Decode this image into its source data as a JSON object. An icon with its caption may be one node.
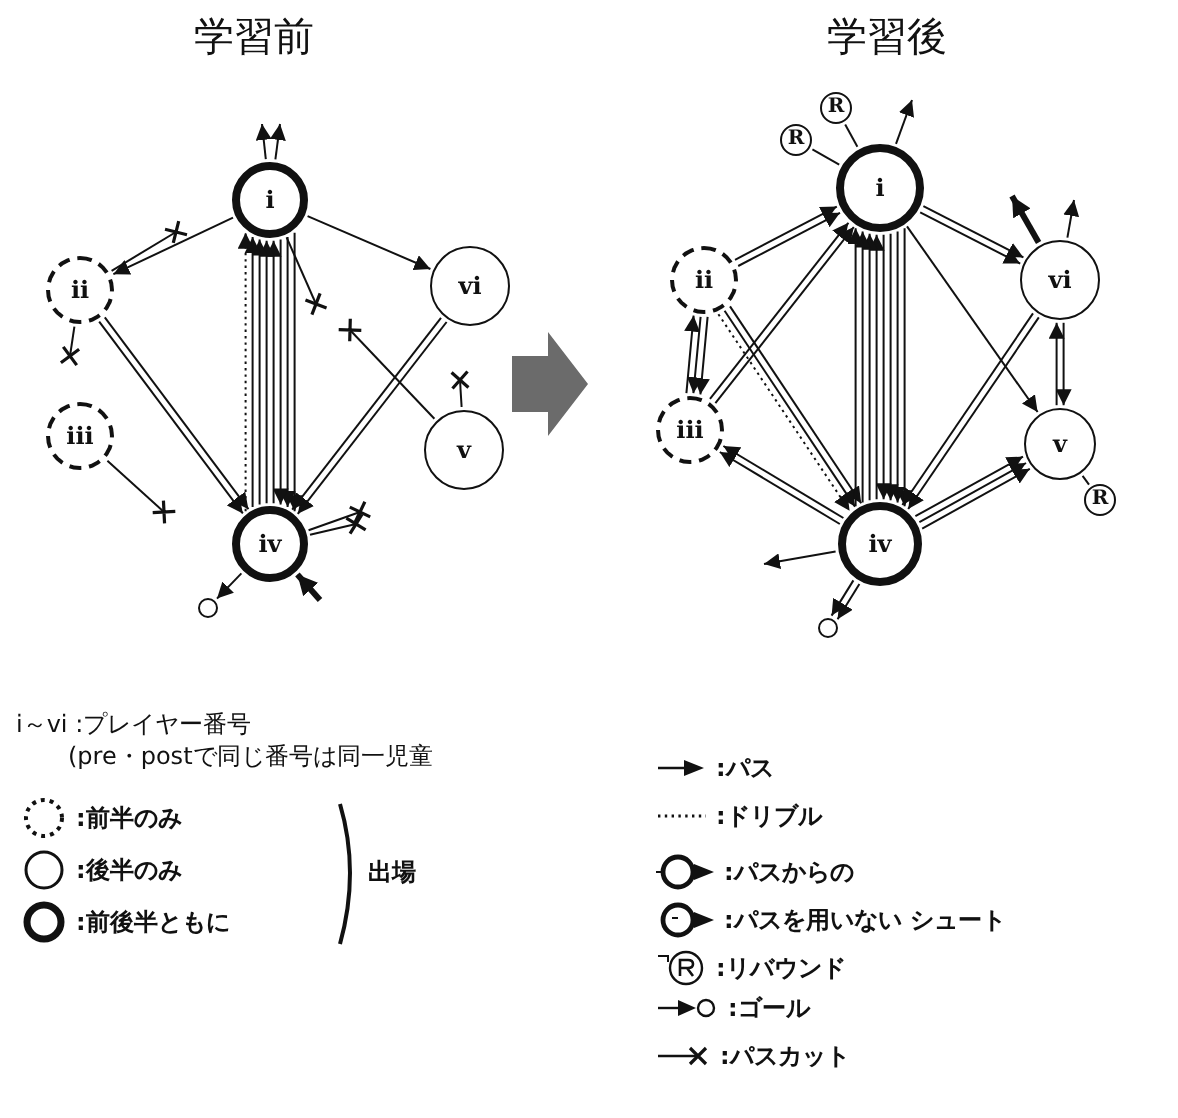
{
  "diagram": {
    "nodes": [
      {
        "text": [
          "学習前"
        ]
      },
      {
        "text": [
          "i"
        ],
        "in": 0
      },
      {
        "text": [
          "ii"
        ],
        "in": 0
      },
      {
        "text": [
          "iii"
        ],
        "in": 0
      },
      {
        "text": [
          "vi"
        ],
        "in": 0
      },
      {
        "text": [
          "v"
        ],
        "in": 0
      },
      {
        "text": [
          "iv"
        ],
        "in": 0
      },
      {
        "text": [],
        "shape": "circle",
        "in": 0
      },
      {
        "text": [
          "学習後"
        ]
      },
      {
        "text": [
          "R"
        ],
        "in": 8
      },
      {
        "text": [
          "R"
        ],
        "in": 8
      },
      {
        "text": [
          "i"
        ],
        "in": 8
      },
      {
        "text": [
          "ii"
        ],
        "in": 8
      },
      {
        "text": [
          "vi"
        ],
        "in": 8
      },
      {
        "text": [
          "iii"
        ],
        "in": 8
      },
      {
        "text": [
          "v"
        ],
        "in": 8
      },
      {
        "text": [
          "R"
        ],
        "in": 8
      },
      {
        "text": [
          "iv"
        ],
        "in": 8
      },
      {
        "text": [],
        "shape": "circle",
        "in": 8
      }
    ],
    "edges": [
      {
        "from": 1,
        "to": 2,
        "arrow": "to"
      },
      {
        "from": 2,
        "to": null,
        "arrow": "other"
      },
      {
        "from": 2,
        "to": null,
        "arrow": "other"
      },
      {
        "from": 3,
        "to": null,
        "arrow": "other"
      },
      {
        "from": 2,
        "to": 6,
        "arrow": "to"
      },
      {
        "from": 2,
        "to": 6,
        "arrow": "to"
      },
      {
        "from": 1,
        "to": 6,
        "arrow": "to"
      },
      {
        "from": 1,
        "to": 6,
        "arrow": "to"
      },
      {
        "from": 1,
        "to": 6,
        "arrow": "to"
      },
      {
        "from": 6,
        "to": 1,
        "arrow": "to"
      },
      {
        "from": 6,
        "to": 1,
        "arrow": "to"
      },
      {
        "from": 6,
        "to": 1,
        "arrow": "to"
      },
      {
        "from": 6,
        "to": 1,
        "arrow": "to"
      },
      {
        "from": 6,
        "to": 1,
        "arrow": "to",
        "style": "dashed"
      },
      {
        "from": 1,
        "to": null,
        "arrow": "other"
      },
      {
        "from": 1,
        "to": 4,
        "arrow": "to"
      },
      {
        "from": 4,
        "to": 6,
        "arrow": "to"
      },
      {
        "from": 4,
        "to": 6,
        "arrow": "to"
      },
      {
        "from": 5,
        "to": null,
        "arrow": "other"
      },
      {
        "from": 5,
        "to": null,
        "arrow": "other"
      },
      {
        "from": 6,
        "to": null,
        "arrow": "other"
      },
      {
        "from": 6,
        "to": null,
        "arrow": "other"
      },
      {
        "from": 6,
        "to": 7,
        "arrow": "to"
      },
      {
        "from": null,
        "to": 6,
        "arrow": "to",
        "style": "thick"
      },
      {
        "from": 1,
        "to": null,
        "arrow": "to"
      },
      {
        "from": 1,
        "to": null,
        "arrow": "to"
      },
      {
        "from": 9,
        "to": 11,
        "arrow": "none"
      },
      {
        "from": 10,
        "to": 11,
        "arrow": "none"
      },
      {
        "from": 12,
        "to": 11,
        "arrow": "to"
      },
      {
        "from": 12,
        "to": 11,
        "arrow": "to"
      },
      {
        "from": 12,
        "to": 14,
        "arrow": "to"
      },
      {
        "from": 12,
        "to": 14,
        "arrow": "to"
      },
      {
        "from": 14,
        "to": 12,
        "arrow": "to"
      },
      {
        "from": 12,
        "to": 17,
        "arrow": "to"
      },
      {
        "from": 12,
        "to": 17,
        "arrow": "to"
      },
      {
        "from": 12,
        "to": 17,
        "arrow": "to",
        "style": "dashed"
      },
      {
        "from": 14,
        "to": 11,
        "arrow": "to"
      },
      {
        "from": 14,
        "to": 11,
        "arrow": "to"
      },
      {
        "from": 17,
        "to": 14,
        "arrow": "to"
      },
      {
        "from": 17,
        "to": 14,
        "arrow": "to"
      },
      {
        "from": 11,
        "to": 17,
        "arrow": "to"
      },
      {
        "from": 11,
        "to": 17,
        "arrow": "to"
      },
      {
        "from": 11,
        "to": 17,
        "arrow": "to"
      },
      {
        "from": 11,
        "to": 17,
        "arrow": "to"
      },
      {
        "from": 17,
        "to": 11,
        "arrow": "to"
      },
      {
        "from": 17,
        "to": 11,
        "arrow": "to"
      },
      {
        "from": 17,
        "to": 11,
        "arrow": "to"
      },
      {
        "from": 17,
        "to": 11,
        "arrow": "to"
      },
      {
        "from": 11,
        "to": 13,
        "arrow": "to"
      },
      {
        "from": 11,
        "to": 13,
        "arrow": "to"
      },
      {
        "from": 11,
        "to": 15,
        "arrow": "to"
      },
      {
        "from": 13,
        "to": 17,
        "arrow": "to"
      },
      {
        "from": 13,
        "to": 17,
        "arrow": "to"
      },
      {
        "from": 13,
        "to": 15,
        "arrow": "to"
      },
      {
        "from": 15,
        "to": 13,
        "arrow": "to"
      },
      {
        "from": 17,
        "to": 15,
        "arrow": "to"
      },
      {
        "from": 17,
        "to": 15,
        "arrow": "to"
      },
      {
        "from": 17,
        "to": 15,
        "arrow": "to"
      },
      {
        "from": 15,
        "to": 16,
        "arrow": "none"
      },
      {
        "from": 11,
        "to": null,
        "arrow": "to"
      },
      {
        "from": 13,
        "to": null,
        "arrow": "to",
        "style": "thick"
      },
      {
        "from": 13,
        "to": null,
        "arrow": "to"
      },
      {
        "from": 17,
        "to": null,
        "arrow": "to"
      },
      {
        "from": 17,
        "to": 18,
        "arrow": "to"
      },
      {
        "from": 17,
        "to": 18,
        "arrow": "to"
      },
      {
        "from": 0,
        "to": 8,
        "arrow": "to",
        "style": "thick"
      }
    ],
    "labels": [
      "i～vi :プレイヤー番号",
      "(pre・postで同じ番号は同一児童",
      "出場"
    ],
    "legend": [
      {
        "text": ":前半のみ"
      },
      {
        "text": ":後半のみ"
      },
      {
        "text": ":前後半ともに"
      },
      {
        "text": ":パス"
      },
      {
        "text": ":ドリブル"
      },
      {
        "text": ":パスからの"
      },
      {
        "text": ":パスを用いない シュート"
      },
      {
        "text": ":リバウンド"
      },
      {
        "text": ":ゴール"
      },
      {
        "text": ":パスカット"
      }
    ]
  }
}
